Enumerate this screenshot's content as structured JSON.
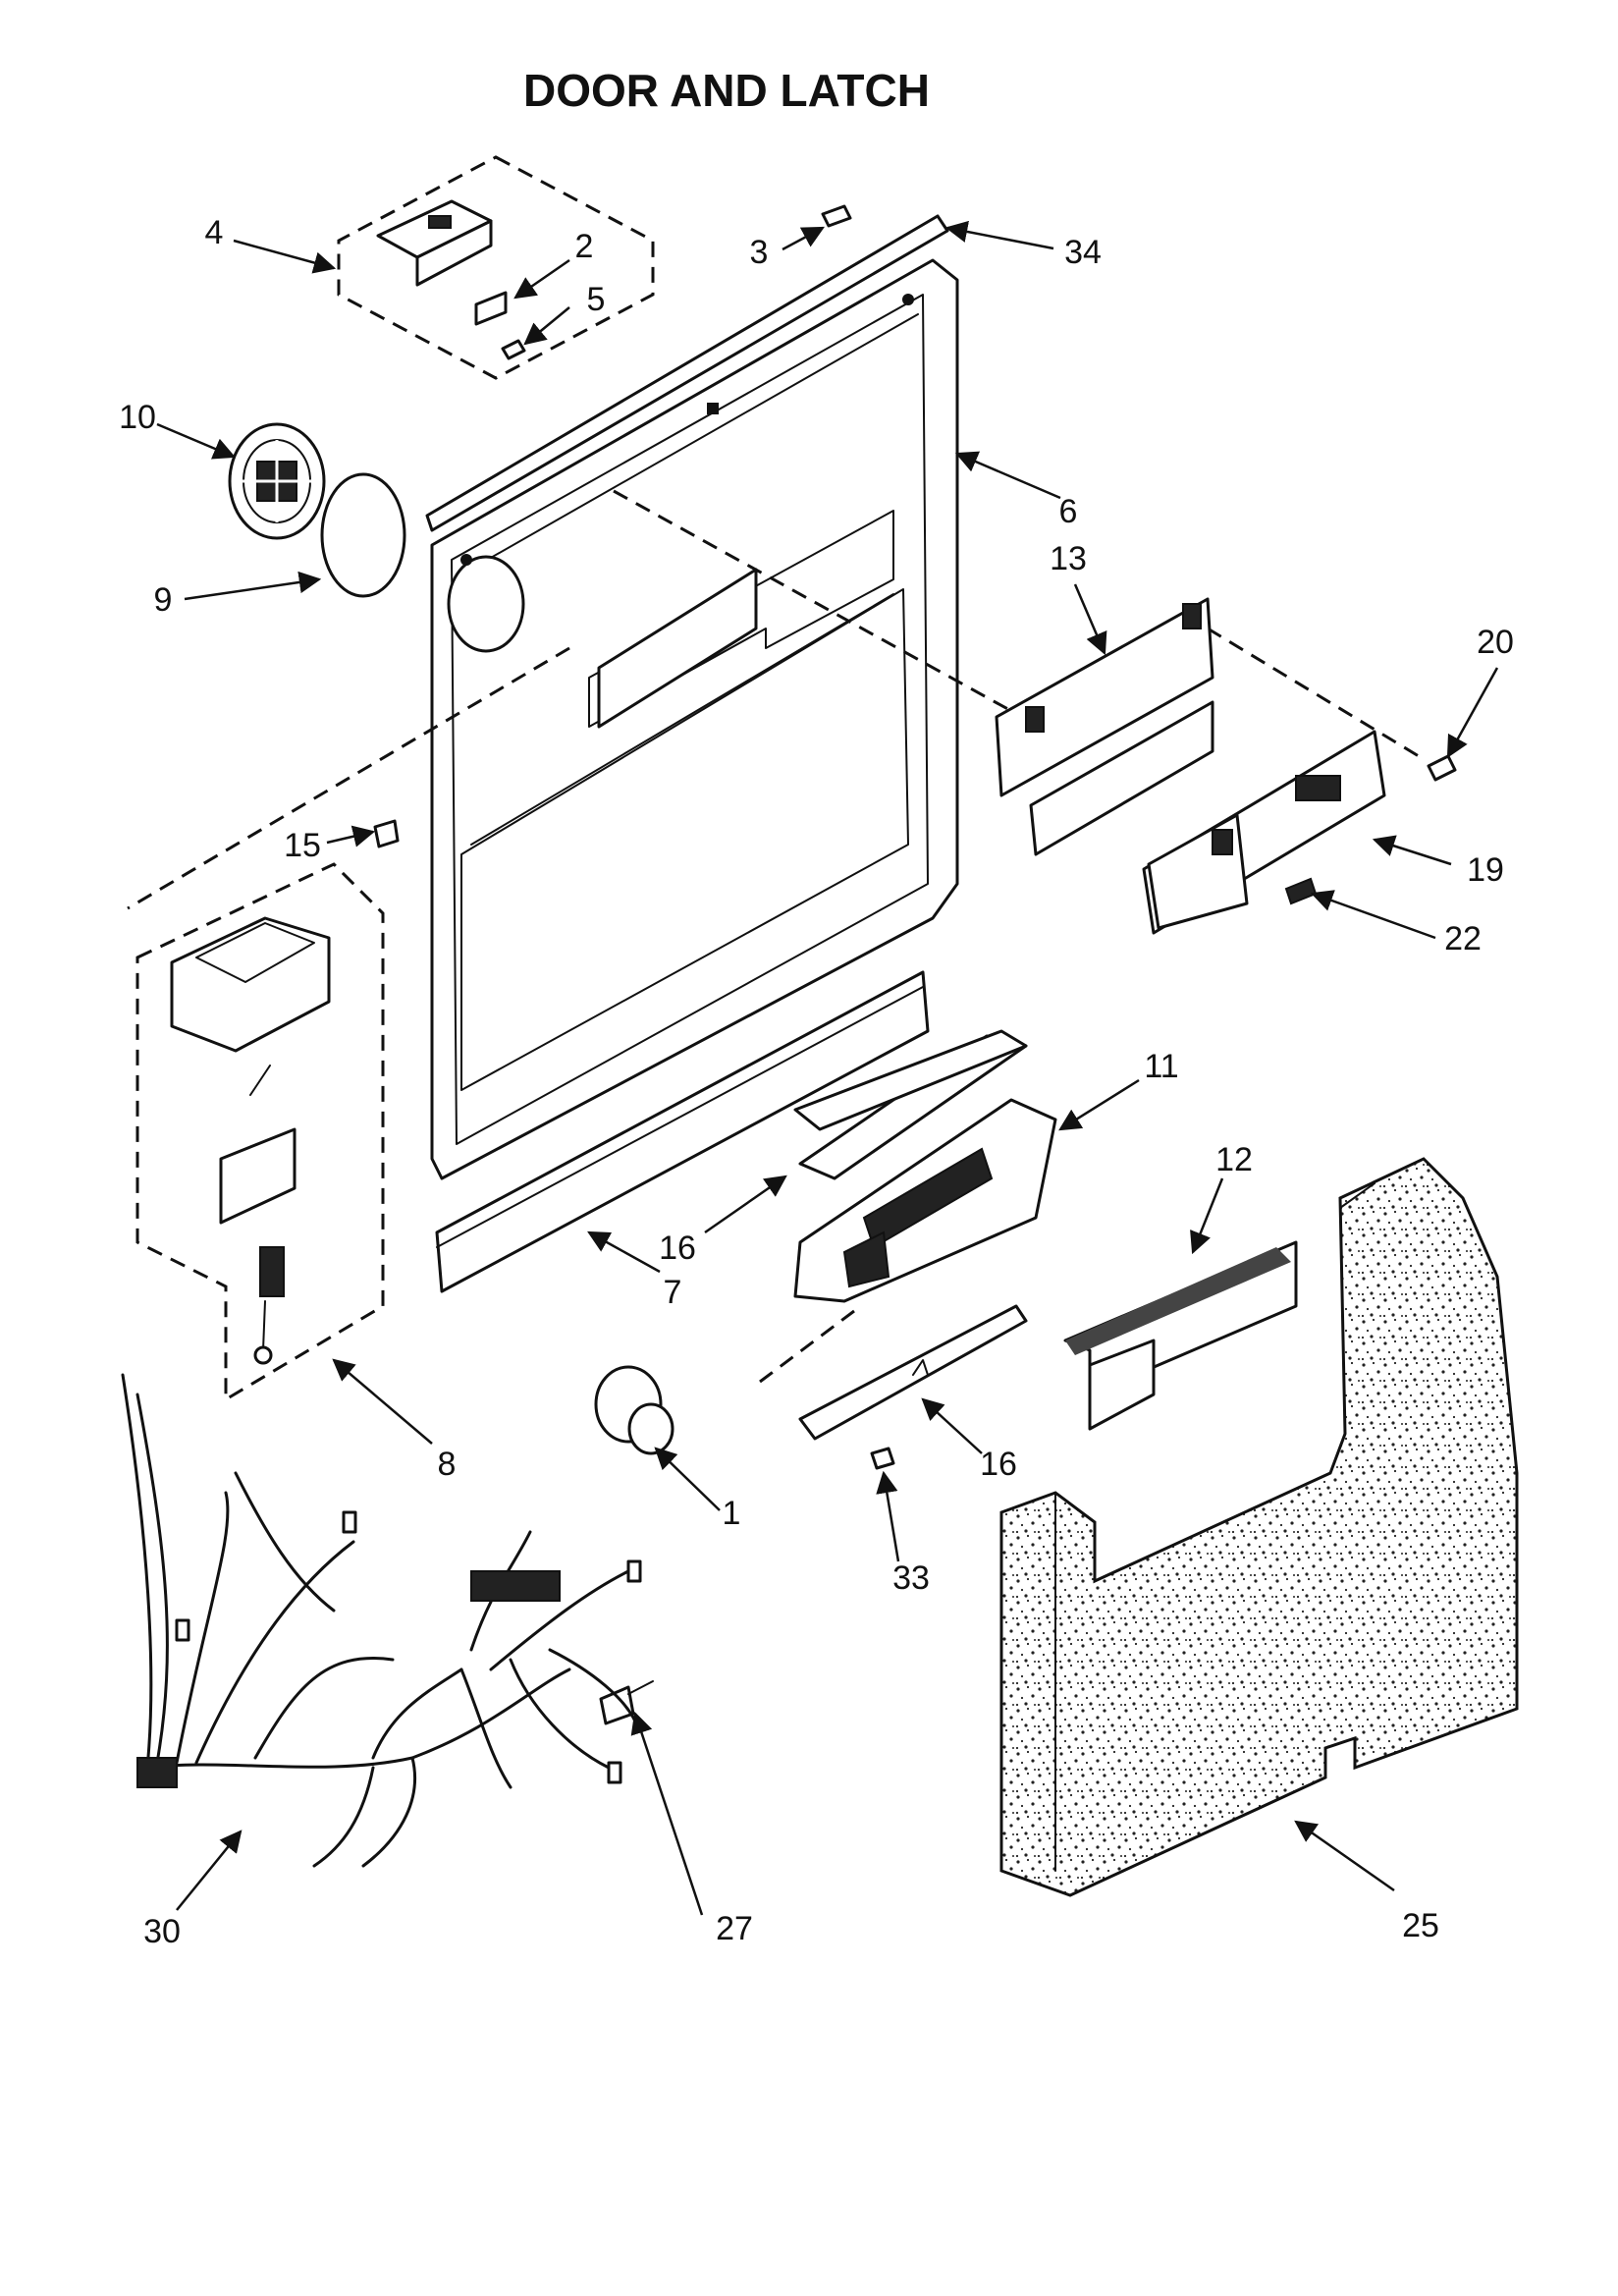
{
  "title": "DOOR AND LATCH",
  "callouts": {
    "c1": "1",
    "c2": "2",
    "c3": "3",
    "c4": "4",
    "c5": "5",
    "c6": "6",
    "c7": "7",
    "c8": "8",
    "c9": "9",
    "c10": "10",
    "c11": "11",
    "c12": "12",
    "c13": "13",
    "c15": "15",
    "c16a": "16",
    "c16b": "16",
    "c19": "19",
    "c20": "20",
    "c22": "22",
    "c25": "25",
    "c27": "27",
    "c30": "30",
    "c33": "33",
    "c34": "34"
  }
}
